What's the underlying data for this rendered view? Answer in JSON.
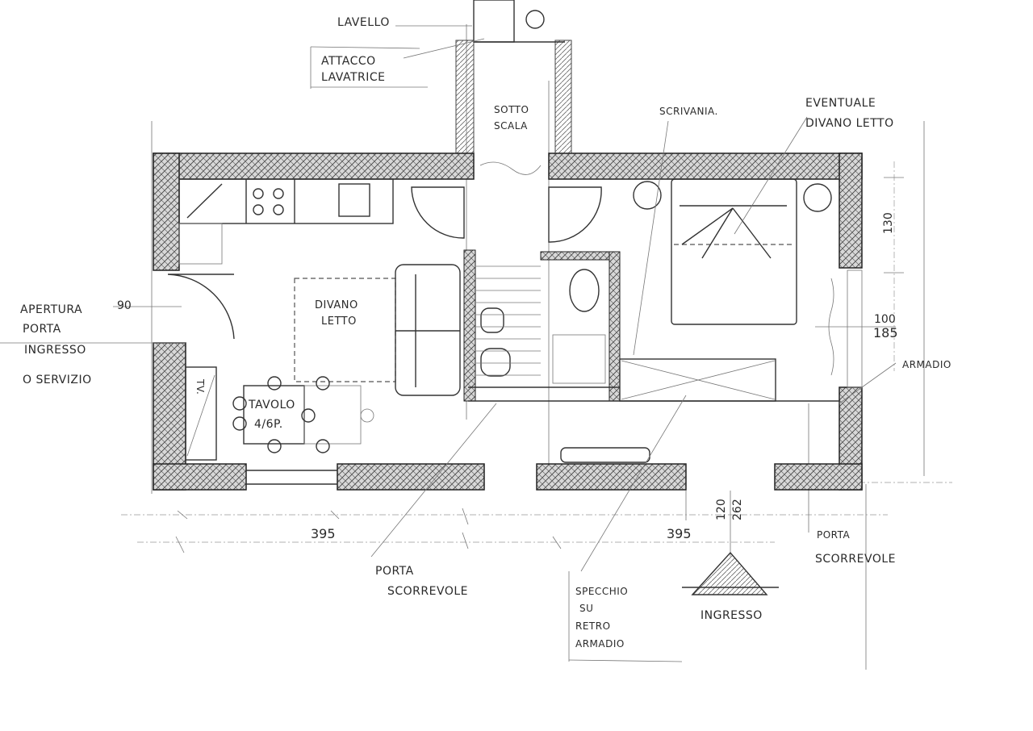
{
  "labels": {
    "lavello": "LAVELLO",
    "attacco_1": "ATTACCO",
    "attacco_2": "LAVATRICE",
    "sotto_1": "SOTTO",
    "sotto_2": "SCALA",
    "scrivania": "SCRIVANIA.",
    "eventuale_1": "EVENTUALE",
    "eventuale_2": "DIVANO LETTO",
    "armadio": "ARMADIO",
    "apertura_1": "APERTURA",
    "apertura_2": "PORTA",
    "apertura_3": "INGRESSO",
    "apertura_4": "O SERVIZIO",
    "divano_1": "DIVANO",
    "divano_2": "LETTO",
    "tavolo_1": "TAVOLO",
    "tavolo_2": "4/6P.",
    "tv": "TV.",
    "porta_sc_1a": "PORTA",
    "porta_sc_1b": "SCORREVOLE",
    "specchio_1": "SPECCHIO",
    "specchio_2": "SU",
    "specchio_3": "RETRO",
    "specchio_4": "ARMADIO",
    "ingresso": "INGRESSO",
    "porta_sc_2a": "PORTA",
    "porta_sc_2b": "SCORREVOLE"
  },
  "dimensions": {
    "door_width": "90",
    "right_130": "130",
    "right_100": "100",
    "right_185": "185",
    "bottom_left_395": "395",
    "bottom_right_395": "395",
    "entrance_120": "120",
    "entrance_262": "262"
  },
  "colors": {
    "ink": "#2a2a2a",
    "paper": "#ffffff"
  }
}
